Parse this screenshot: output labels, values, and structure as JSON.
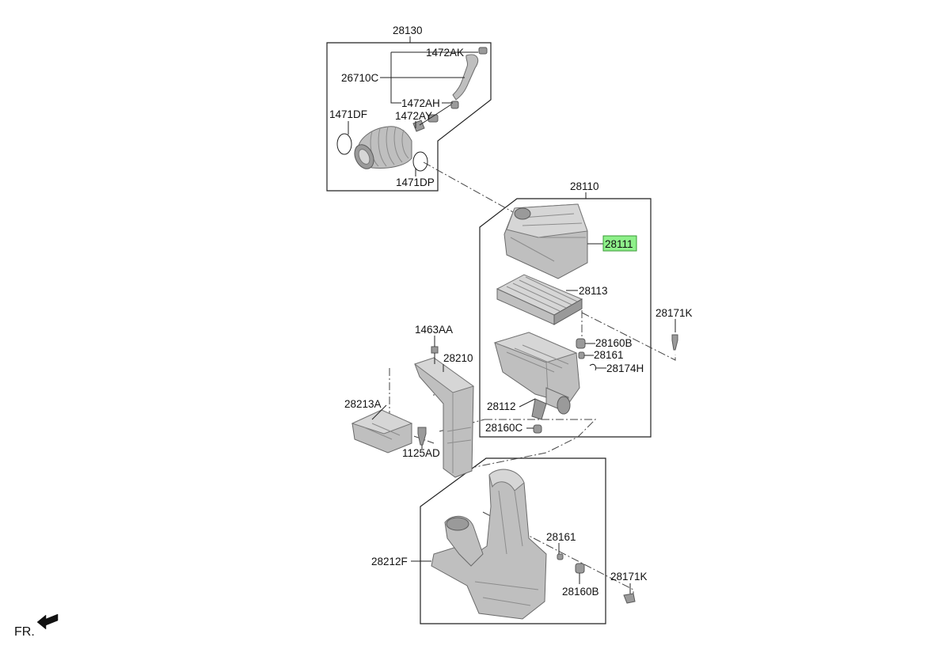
{
  "labels": {
    "l28130": "28130",
    "l1472AK": "1472AK",
    "l26710C": "26710C",
    "l1472AH": "1472AH",
    "l1471DF": "1471DF",
    "l1472AY": "1472AY",
    "l1471DP": "1471DP",
    "l28110": "28110",
    "l28111": "28111",
    "l28113": "28113",
    "l28171K_a": "28171K",
    "l28160B_a": "28160B",
    "l28161_a": "28161",
    "l28174H": "28174H",
    "l28112": "28112",
    "l28160C": "28160C",
    "l1463AA": "1463AA",
    "l28210": "28210",
    "l28213A": "28213A",
    "l1125AD": "1125AD",
    "l28161_b": "28161",
    "l28212F": "28212F",
    "l28160B_b": "28160B",
    "l28171K_b": "28171K",
    "fr": "FR."
  },
  "highlight": {
    "part": "28111",
    "color": "#8ef08a"
  }
}
